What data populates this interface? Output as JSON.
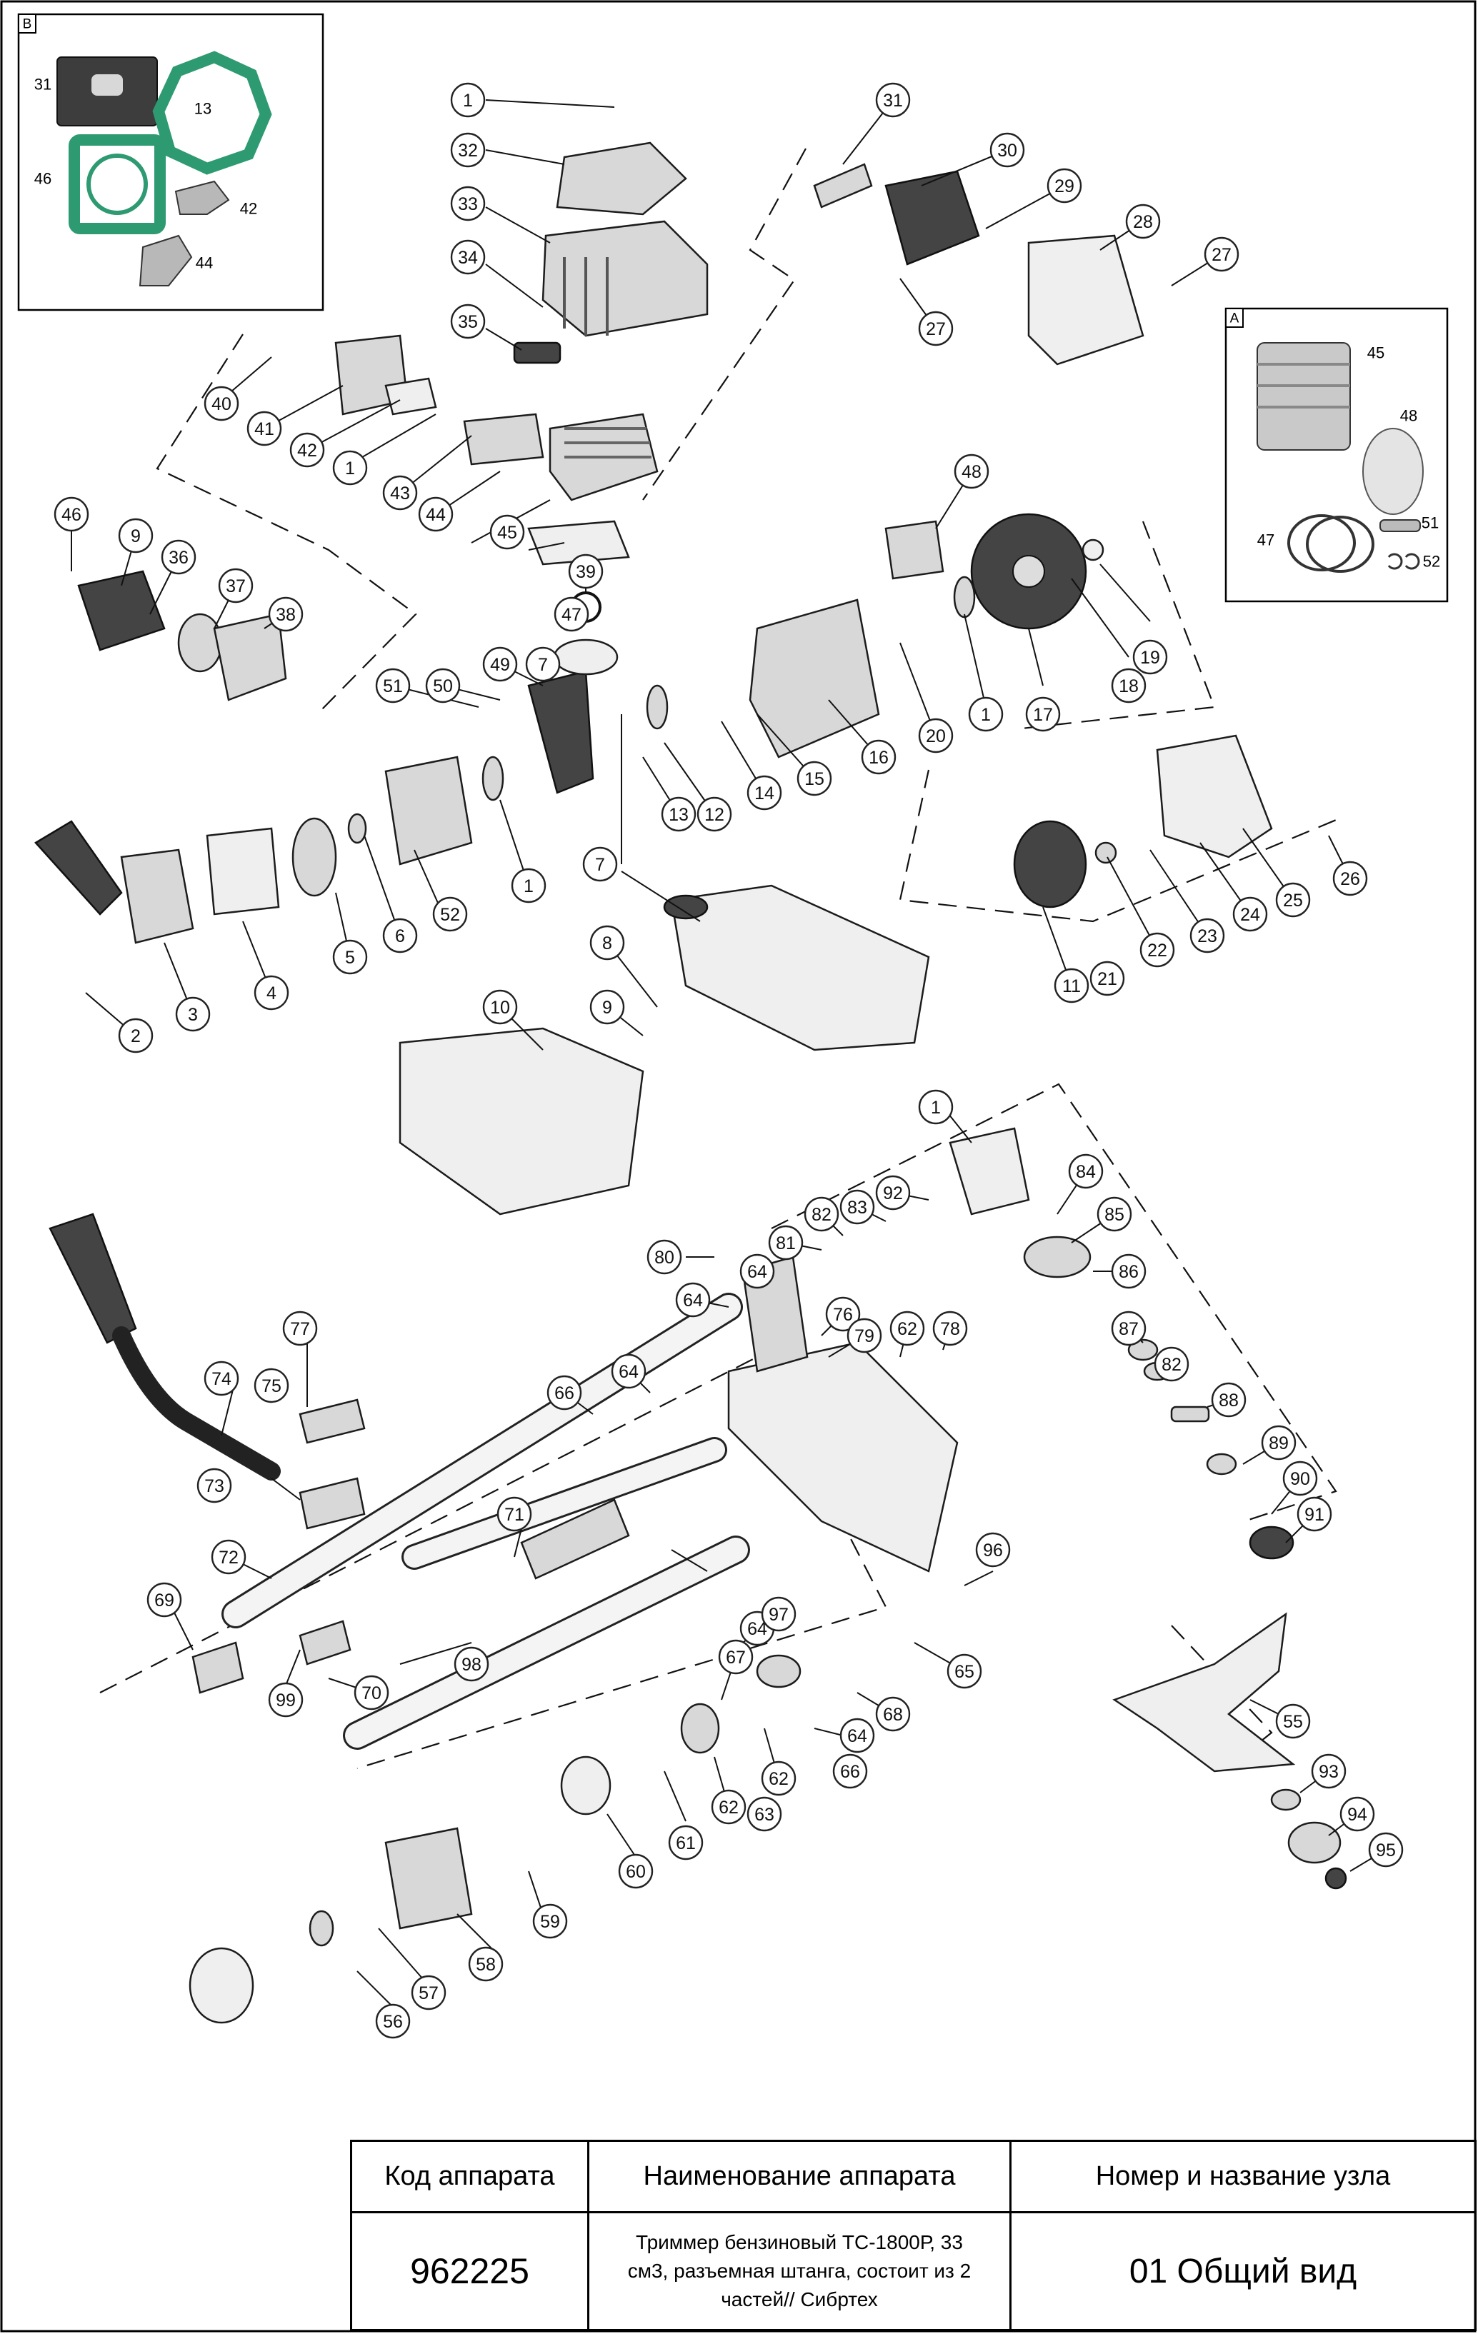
{
  "insets": {
    "b": {
      "label": "B",
      "callouts": [
        "31",
        "13",
        "46",
        "42",
        "44"
      ]
    },
    "a": {
      "label": "A",
      "callouts": [
        "45",
        "48",
        "47",
        "51",
        "52"
      ]
    }
  },
  "callouts": [
    "1",
    "32",
    "33",
    "34",
    "35",
    "31",
    "30",
    "29",
    "28",
    "27",
    "27",
    "40",
    "41",
    "42",
    "1",
    "43",
    "44",
    "45",
    "46",
    "9",
    "36",
    "37",
    "38",
    "39",
    "47",
    "48",
    "1",
    "17",
    "18",
    "19",
    "20",
    "16",
    "15",
    "14",
    "13",
    "12",
    "7",
    "49",
    "50",
    "51",
    "52",
    "6",
    "5",
    "4",
    "3",
    "2",
    "1",
    "7",
    "8",
    "9",
    "10",
    "11",
    "21",
    "22",
    "23",
    "24",
    "25",
    "26",
    "1",
    "84",
    "85",
    "86",
    "87",
    "82",
    "88",
    "89",
    "90",
    "91",
    "92",
    "83",
    "82",
    "81",
    "80",
    "64",
    "64",
    "76",
    "62",
    "78",
    "79",
    "77",
    "64",
    "66",
    "75",
    "74",
    "73",
    "72",
    "71",
    "69",
    "99",
    "70",
    "64",
    "98",
    "97",
    "67",
    "68",
    "65",
    "66",
    "62",
    "64",
    "63",
    "62",
    "61",
    "60",
    "59",
    "58",
    "57",
    "56",
    "55",
    "93",
    "94",
    "95",
    "96",
    "62"
  ],
  "title_block": {
    "col1_header": "Код аппарата",
    "col2_header": "Наименование аппарата",
    "col3_header": "Номер и название узла",
    "code": "962225",
    "name": "Триммер бензиновый ТС-1800Р, 33 см3, разъемная штанга, состоит из 2 частей// Сибртех",
    "node": "01 Общий вид"
  }
}
